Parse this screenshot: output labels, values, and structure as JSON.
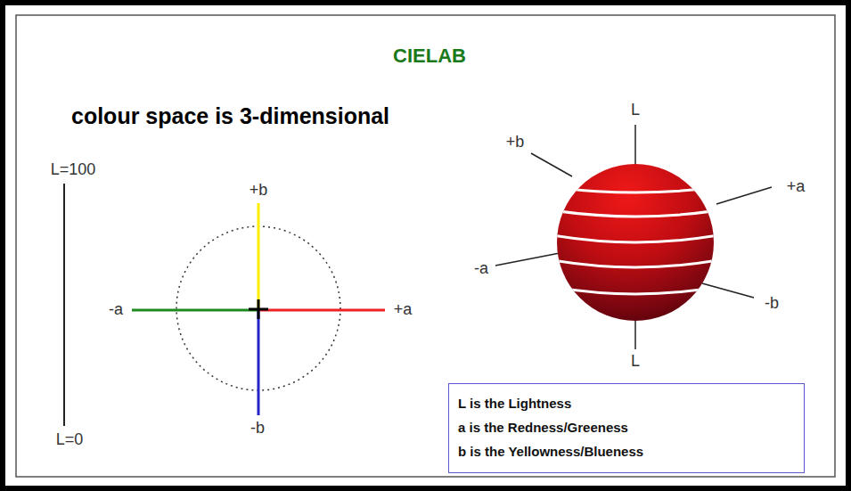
{
  "diagram": {
    "title": "CIELAB",
    "nodes": [
      {
        "text": [
          "L is the Lightness",
          "a is the Redness/Greeness",
          "b is the Yellowness/Blueness"
        ]
      }
    ],
    "labels": [
      "colour space is 3-dimensional",
      "L=100",
      "L=0",
      "+b",
      "-a",
      "+a",
      "-b",
      "L",
      "+b",
      "+a",
      "-a",
      "-b",
      "L"
    ]
  }
}
